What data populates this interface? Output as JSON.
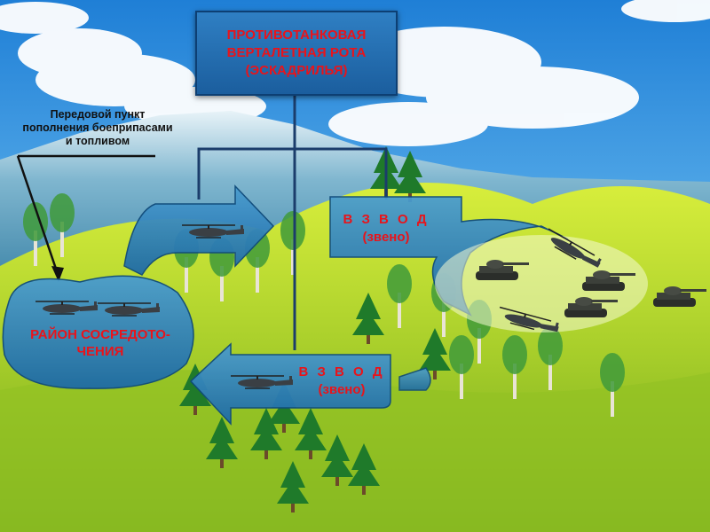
{
  "title_box": {
    "line1": "ПРОТИВОТАНКОВАЯ",
    "line2": "ВЕРТАЛЕТНАЯ РОТА",
    "line3": "(ЭСКАДРИЛЬЯ)"
  },
  "supply_point": {
    "line1": "Передовой пункт",
    "line2": "пополнения боеприпасами",
    "line3": "и топливом"
  },
  "assembly_area": {
    "line1": "РАЙОН СОСРЕДОТО-",
    "line2": "ЧЕНИЯ"
  },
  "platoon_top": {
    "name": "В З В О Д",
    "sub": "(звено)"
  },
  "platoon_bottom": {
    "name": "В З В О Д",
    "sub": "(звено)"
  },
  "colors": {
    "label_red": "#e8141b",
    "box_blue": "#2f7fc3",
    "sky": "#3b9be0",
    "grass": "#a9cf2a"
  }
}
